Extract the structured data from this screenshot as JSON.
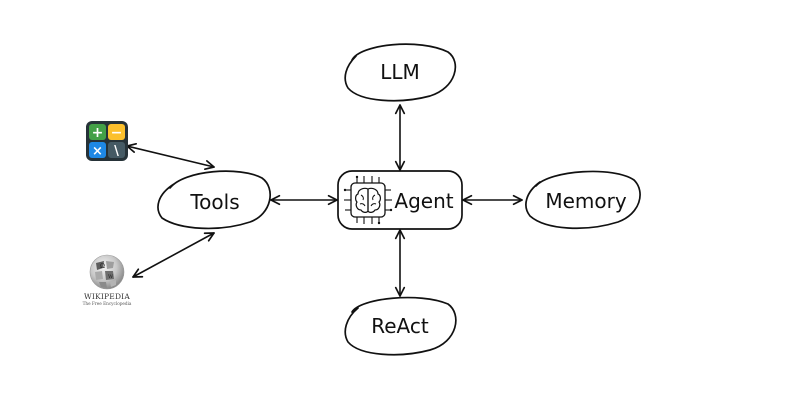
{
  "nodes": {
    "agent": "Agent",
    "llm": "LLM",
    "tools": "Tools",
    "memory": "Memory",
    "react": "ReAct"
  },
  "icons": {
    "calculator": "calculator-icon",
    "wikipedia": "wikipedia-logo",
    "agent": "brain-chip-icon"
  },
  "calculator_symbols": [
    "+",
    "−",
    "×",
    "\\"
  ],
  "calculator_colors": [
    "#43a047",
    "#fbc02d",
    "#1e88e5",
    "#455a64"
  ],
  "wikipedia": {
    "title": "WIKIPEDIA",
    "subtitle": "The Free Encyclopedia"
  }
}
